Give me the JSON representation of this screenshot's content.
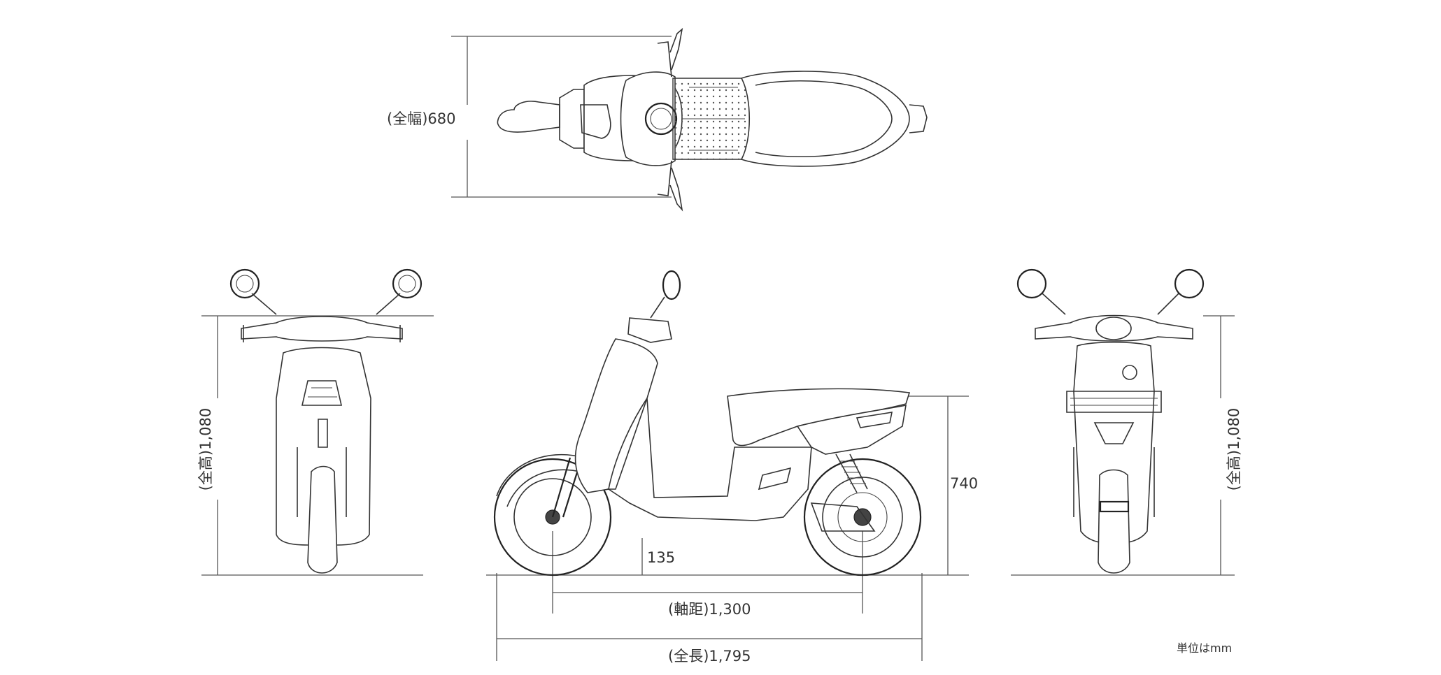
{
  "dimensions": {
    "overall_width": "(全幅)680",
    "overall_height_front": "(全高)1,080",
    "overall_height_rear": "(全高)1,080",
    "seat_height": "740",
    "ground_clearance": "135",
    "wheelbase": "(軸距)1,300",
    "overall_length": "(全長)1,795"
  },
  "unit_note": "単位はmm"
}
